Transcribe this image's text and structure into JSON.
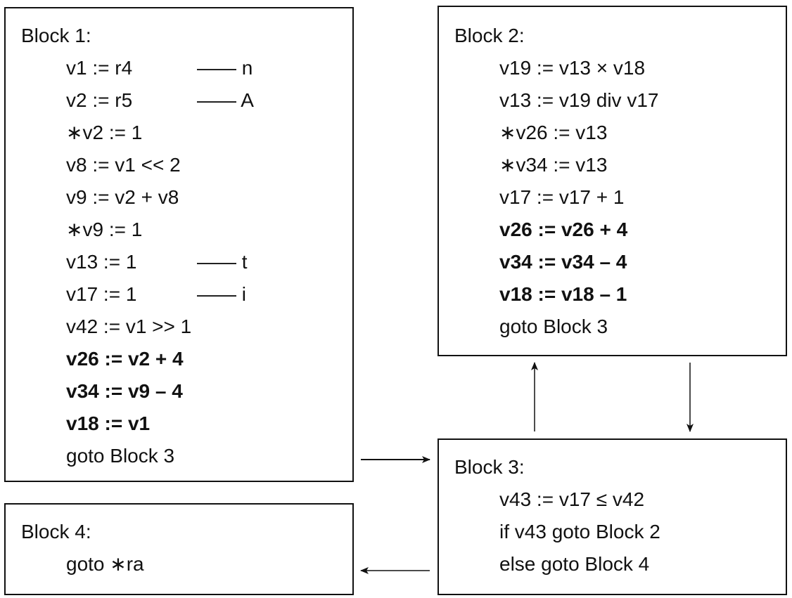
{
  "diagram": {
    "type": "control-flow-graph",
    "blocks": [
      {
        "id": "block1",
        "title": "Block 1:",
        "lines": [
          {
            "text": "v1 := r4",
            "comment": "—— n",
            "bold": false
          },
          {
            "text": "v2 := r5",
            "comment": "—— A",
            "bold": false
          },
          {
            "text": "∗v2 := 1",
            "comment": "",
            "bold": false
          },
          {
            "text": "v8 := v1 << 2",
            "comment": "",
            "bold": false
          },
          {
            "text": "v9 := v2 + v8",
            "comment": "",
            "bold": false
          },
          {
            "text": "∗v9 := 1",
            "comment": "",
            "bold": false
          },
          {
            "text": "v13 := 1",
            "comment": "—— t",
            "bold": false
          },
          {
            "text": "v17 := 1",
            "comment": "—— i",
            "bold": false
          },
          {
            "text": "v42 := v1 >> 1",
            "comment": "",
            "bold": false
          },
          {
            "text": "v26 := v2 + 4",
            "comment": "",
            "bold": true
          },
          {
            "text": "v34 := v9 – 4",
            "comment": "",
            "bold": true
          },
          {
            "text": "v18 := v1",
            "comment": "",
            "bold": true
          },
          {
            "text": "goto Block 3",
            "comment": "",
            "bold": false
          }
        ]
      },
      {
        "id": "block2",
        "title": "Block 2:",
        "lines": [
          {
            "text": "v19 := v13 × v18",
            "comment": "",
            "bold": false
          },
          {
            "text": "v13 := v19 div v17",
            "comment": "",
            "bold": false
          },
          {
            "text": "∗v26 := v13",
            "comment": "",
            "bold": false
          },
          {
            "text": "∗v34 := v13",
            "comment": "",
            "bold": false
          },
          {
            "text": "v17 := v17 + 1",
            "comment": "",
            "bold": false
          },
          {
            "text": "v26 := v26 + 4",
            "comment": "",
            "bold": true
          },
          {
            "text": "v34 := v34 – 4",
            "comment": "",
            "bold": true
          },
          {
            "text": "v18 := v18 – 1",
            "comment": "",
            "bold": true
          },
          {
            "text": "goto Block 3",
            "comment": "",
            "bold": false
          }
        ]
      },
      {
        "id": "block3",
        "title": "Block 3:",
        "lines": [
          {
            "text": "v43 := v17 ≤ v42",
            "comment": "",
            "bold": false
          },
          {
            "text": "if v43 goto Block 2",
            "comment": "",
            "bold": false
          },
          {
            "text": "else goto Block 4",
            "comment": "",
            "bold": false
          }
        ]
      },
      {
        "id": "block4",
        "title": "Block 4:",
        "lines": [
          {
            "text": "goto ∗ra",
            "comment": "",
            "bold": false
          }
        ]
      }
    ],
    "edges": [
      {
        "from": "block1",
        "to": "block3",
        "direction": "right"
      },
      {
        "from": "block3",
        "to": "block2",
        "direction": "up"
      },
      {
        "from": "block2",
        "to": "block3",
        "direction": "down"
      },
      {
        "from": "block3",
        "to": "block4",
        "direction": "left"
      }
    ]
  }
}
